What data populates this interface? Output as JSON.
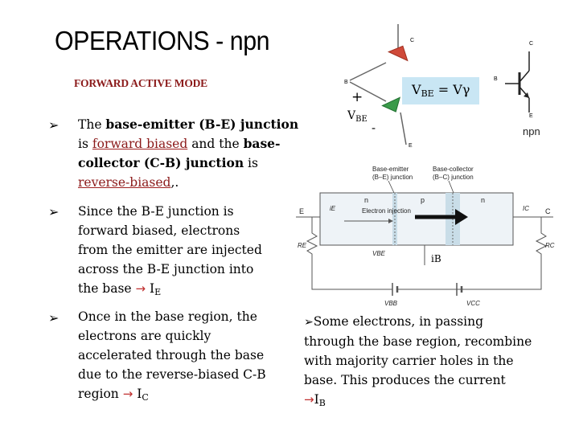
{
  "title": "OPERATIONS - npn",
  "subtitle": "FORWARD ACTIVE MODE",
  "bullets": [
    {
      "line1_pre": "The ",
      "line1_bold": "base-emitter (B-E) junction",
      "line2_pre": "is ",
      "line2_link": "forward biased",
      "line2_mid": " and the ",
      "line2_bold": "base-",
      "line3_bold": "collector (C-B) junction",
      "line3_post": " is",
      "line4_link": "reverse-biased",
      "line4_post": ",."
    },
    {
      "lines": [
        "Since the B-E junction is",
        "forward biased, electrons",
        "from the emitter are injected",
        "across the B-E junction into"
      ],
      "last_pre": "the base ",
      "current": "I",
      "current_sub": "E"
    },
    {
      "lines": [
        "Once in the base region, the",
        "electrons are quickly",
        "accelerated through the base",
        "due to the reverse-biased C-B"
      ],
      "last_pre": "region ",
      "current": "I",
      "current_sub": "C"
    }
  ],
  "right_text": {
    "lines": [
      "Some electrons, in passing",
      "through the base region, recombine",
      "with majority carrier holes in the",
      "base. This produces the current"
    ],
    "current": "I",
    "current_sub": "B"
  },
  "circuit": {
    "c_label": "C",
    "b_label": "B",
    "e_label": "E",
    "plus": "+",
    "minus": "-",
    "vbe": "V",
    "vbe_sub": "BE",
    "vbe_eq_lhs": "V",
    "vbe_eq_sub": "BE",
    "vbe_eq_rhs": "= Vγ"
  },
  "symbol": {
    "c": "C",
    "b": "B",
    "e": "E",
    "caption": "npn"
  },
  "figure": {
    "base_emitter": "Base-emitter",
    "base_emitter_sub": "(B–E) junction",
    "base_collector": "Base-collector",
    "base_collector_sub": "(B–C) junction",
    "n_left": "n",
    "p": "p",
    "n_right": "n",
    "electron_injection": "Electron injection",
    "e": "E",
    "c": "C",
    "b": "B",
    "ie": "iE",
    "ic": "IC",
    "ib": "iB",
    "re": "RE",
    "rc": "RC",
    "vbe": "VBE",
    "vbb": "VBB",
    "vcc": "VCC"
  },
  "colors": {
    "accent_red": "#8b1a1a",
    "arrow_red": "#c03030",
    "diode_red": "#d04a3a",
    "diode_green": "#3a9a4a",
    "box_blue": "#c9e6f4"
  }
}
